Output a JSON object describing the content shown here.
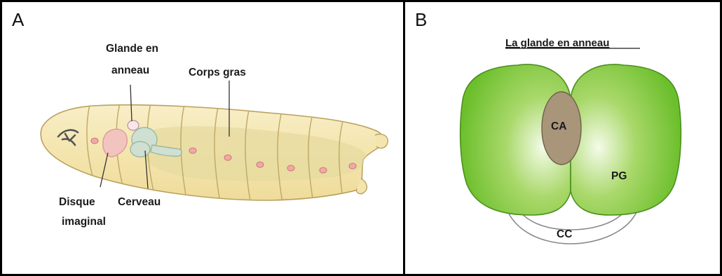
{
  "panel_a": {
    "letter": "A",
    "labels": {
      "ring_gland_line1": "Glande en",
      "ring_gland_line2": "anneau",
      "fat_body": "Corps gras",
      "imaginal_disc_line1": "Disque",
      "imaginal_disc_line2": "imaginal",
      "brain": "Cerveau"
    }
  },
  "panel_b": {
    "letter": "B",
    "title": "La glande en anneau",
    "labels": {
      "ca": "CA",
      "pg": "PG",
      "cc": "CC"
    }
  },
  "colors": {
    "larva_body": "#f5e8b0",
    "larva_outline": "#b9a15e",
    "fat_body": "#e6dba0",
    "spiracle": "#f2a9a6",
    "brain": "#cfe0d2",
    "imaginal_disc": "#f2c4c0",
    "prothoracic_gland": "#6cbf2c",
    "corpora_allata": "#a8957a"
  }
}
